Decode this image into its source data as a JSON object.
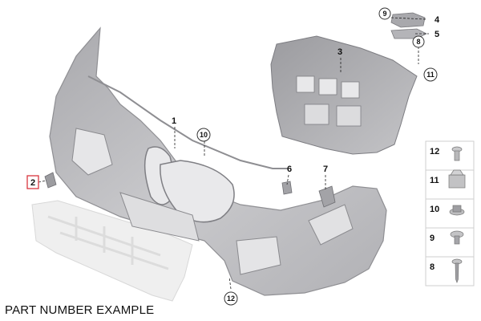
{
  "caption": "PART NUMBER EXAMPLE",
  "callouts": {
    "p1": "1",
    "p2": "2",
    "p3": "3",
    "p4": "4",
    "p5": "5",
    "p6": "6",
    "p7": "7",
    "p8": "8",
    "p9": "9",
    "p10": "10",
    "p11": "11",
    "p12": "12"
  },
  "legend": [
    "12",
    "11",
    "10",
    "9",
    "8"
  ],
  "colors": {
    "part_fill": "#bcbcbe",
    "part_dark": "#8e8e92",
    "part_light": "#d6d6d8",
    "highlight_box": "#d9363e",
    "absorber": "#ececec"
  }
}
